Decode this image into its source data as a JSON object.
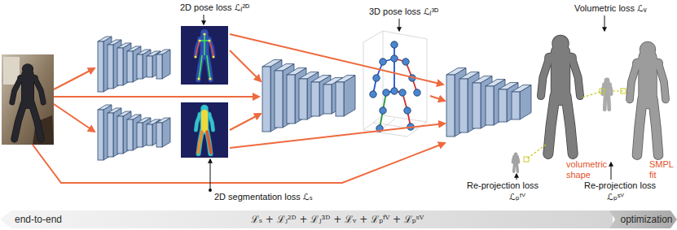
{
  "diagram": {
    "nodes": [
      {
        "text": [
          "end-to-end",
          "ℒₛ + ℒⱼ²ᴰ + ℒⱼ³ᴰ + ℒᵥ + ℒₚᶠⱽ + ℒₚˢⱽ"
        ]
      },
      {
        "text": [
          "optimization"
        ]
      }
    ],
    "labels": [
      "2D pose loss ℒⱼ²ᴰ",
      "2D segmentation loss ℒₛ",
      "3D pose loss ℒⱼ³ᴰ",
      "Volumetric loss ℒᵥ",
      "Re-projection loss",
      "ℒₚᶠⱽ",
      "volumetric shape",
      "Re-projection loss",
      "ℒₚˢⱽ",
      "SMPL fit"
    ]
  }
}
